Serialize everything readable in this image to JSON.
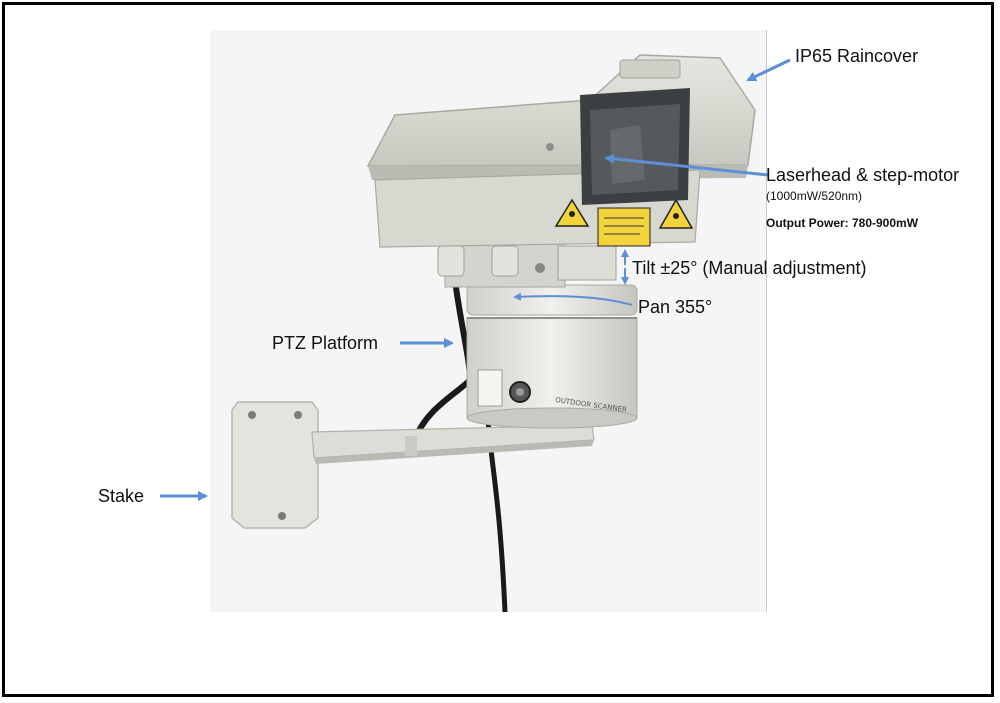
{
  "labels": {
    "raincover": "IP65 Raincover",
    "laserhead": "Laserhead & step-motor",
    "laser_spec": "(1000mW/520nm)",
    "output_power": "Output Power: 780-900mW",
    "tilt": "Tilt ±25° (Manual adjustment)",
    "pan": "Pan 355°",
    "ptz": "PTZ Platform",
    "stake": "Stake"
  },
  "device_text": {
    "housing_tag": "OUTDOOR SCANNER"
  },
  "colors": {
    "arrow": "#5b8fd6",
    "housing": "#d9dbd3",
    "housing_shadow": "#b9bcb2",
    "window": "#3c3f42",
    "warning": "#f2d33b",
    "cable": "#1a1a1a"
  }
}
